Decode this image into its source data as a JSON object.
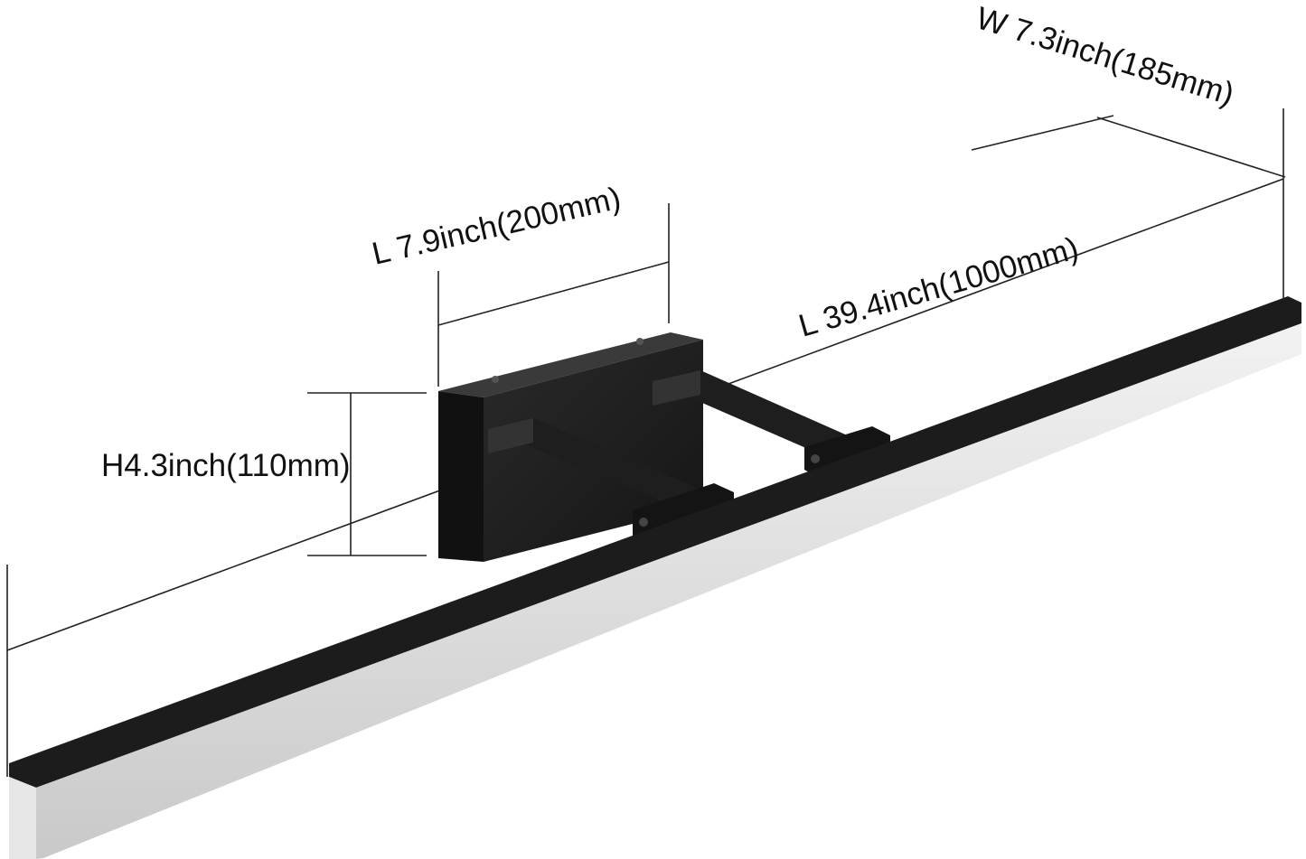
{
  "dimensions": {
    "width_label": "W 7.3inch(185mm)",
    "plate_length_label": "L 7.9inch(200mm)",
    "total_length_label": "L 39.4inch(1000mm)",
    "height_label": "H4.3inch(110mm)"
  },
  "colors": {
    "fixture_black": "#1c1c1c",
    "diffuser": "#d9d9d9",
    "lines": "#222222"
  }
}
